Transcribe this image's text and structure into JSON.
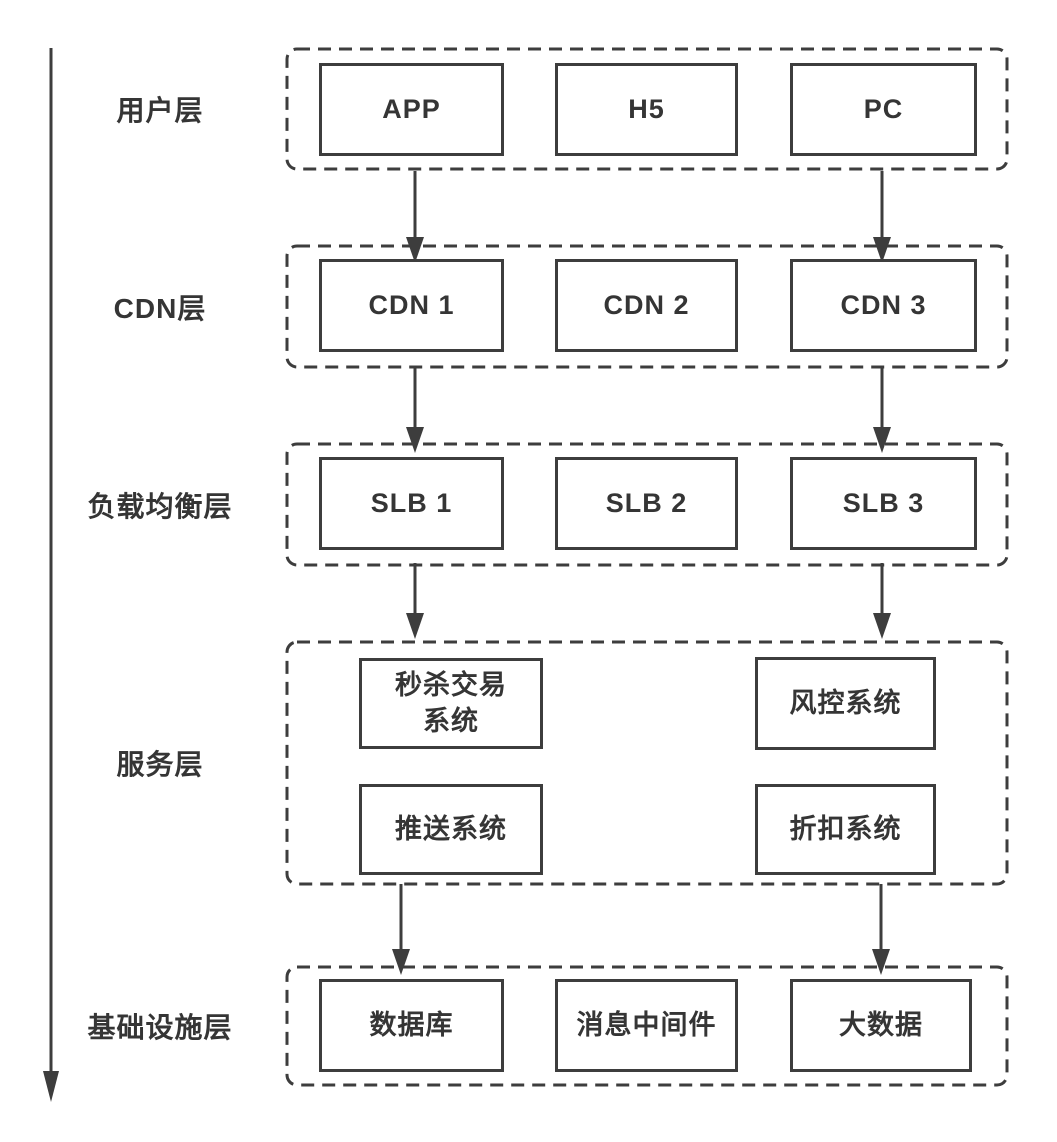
{
  "diagram": {
    "title": "seckill-system-architecture",
    "colors": {
      "stroke": "#3d3d3d",
      "text": "#353535",
      "background": "#ffffff"
    },
    "layers": [
      {
        "label": "用户层",
        "boxes": [
          "APP",
          "H5",
          "PC"
        ]
      },
      {
        "label": "CDN层",
        "boxes": [
          "CDN 1",
          "CDN 2",
          "CDN 3"
        ]
      },
      {
        "label": "负载均衡层",
        "boxes": [
          "SLB 1",
          "SLB 2",
          "SLB 3"
        ]
      },
      {
        "label": "服务层",
        "boxes": [
          "秒杀交易\n系统",
          "风控系统",
          "推送系统",
          "折扣系统"
        ]
      },
      {
        "label": "基础设施层",
        "boxes": [
          "数据库",
          "消息中间件",
          "大数据"
        ]
      }
    ]
  }
}
